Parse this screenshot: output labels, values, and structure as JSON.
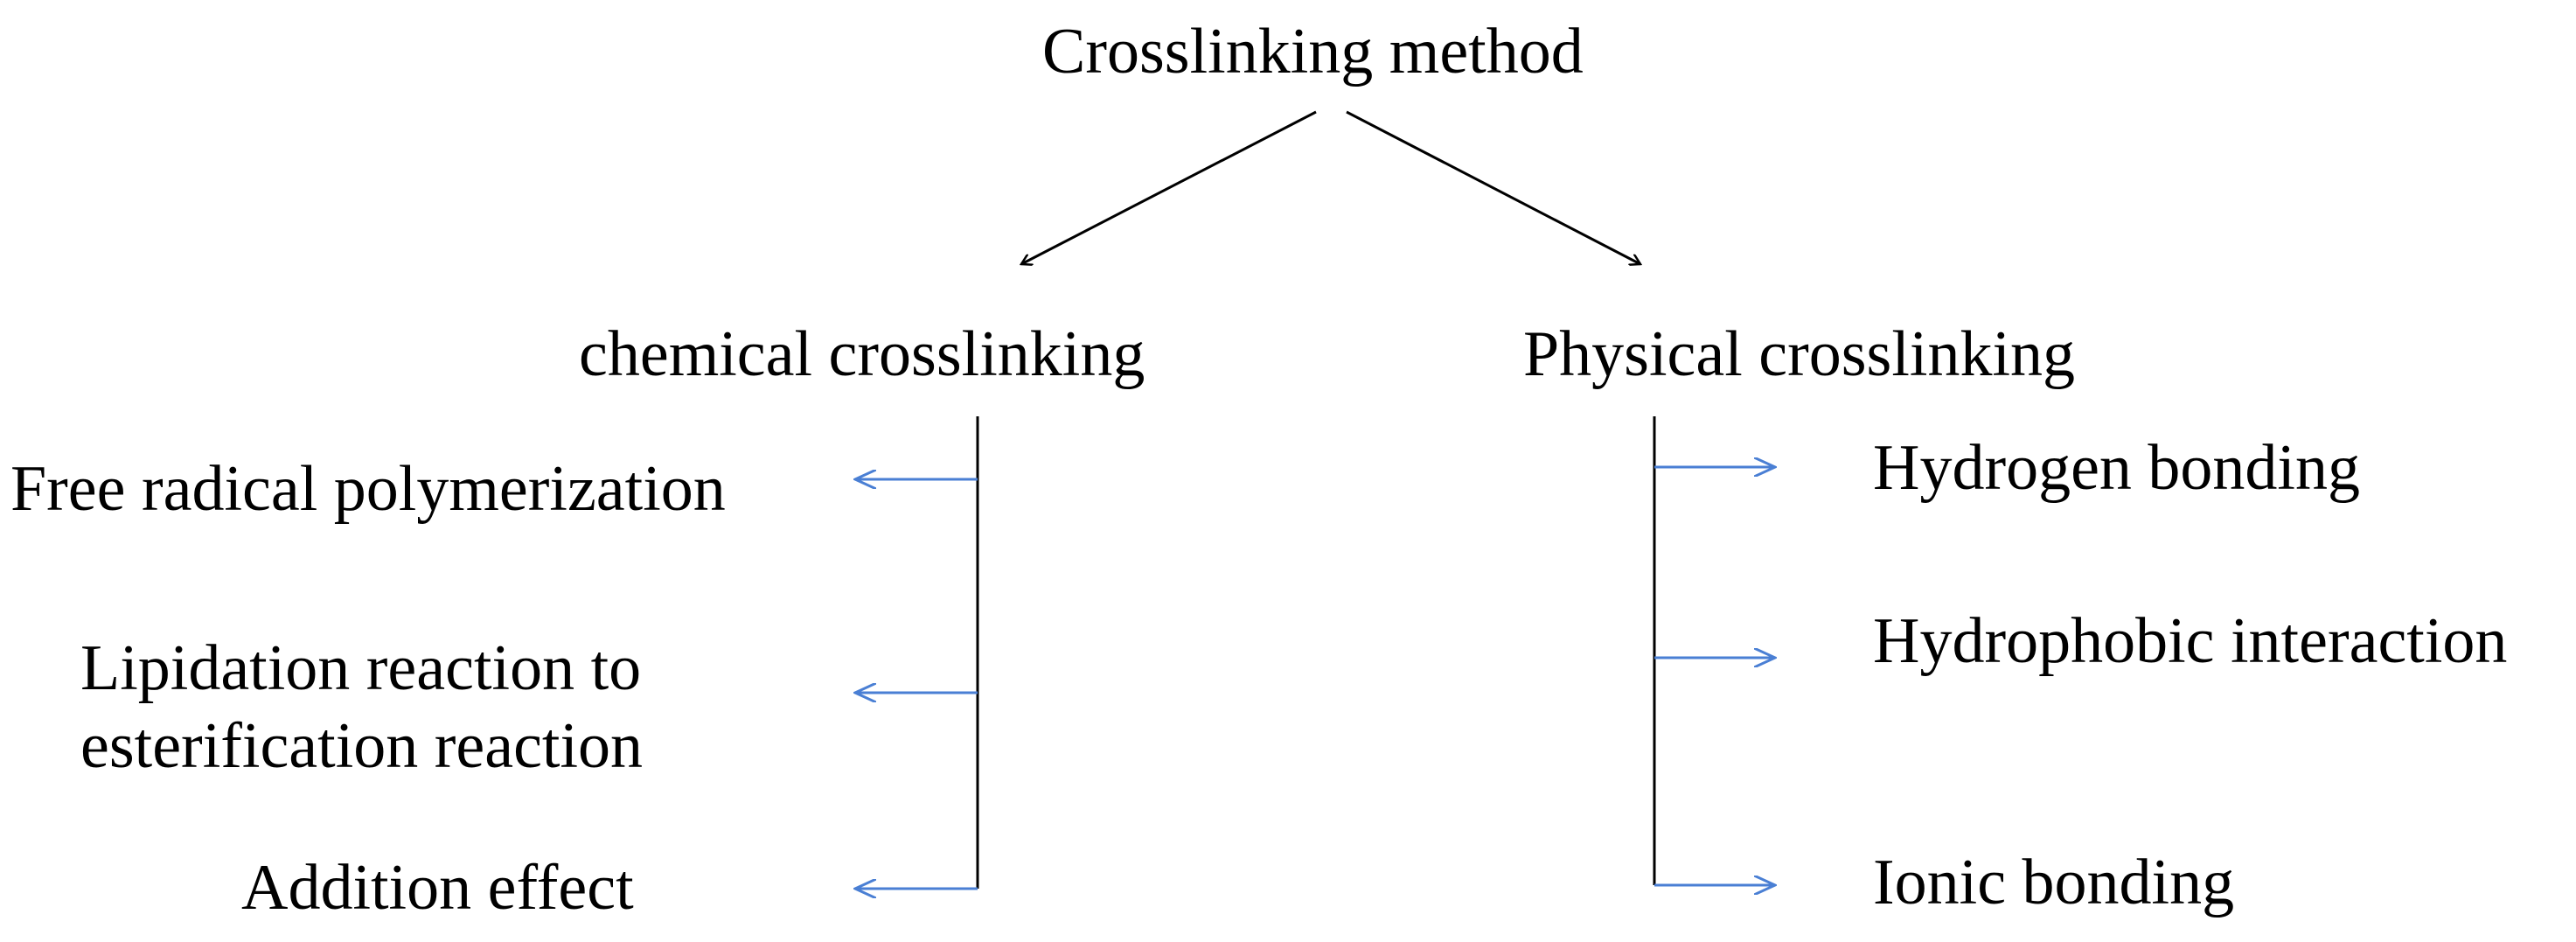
{
  "colors": {
    "text": "#000000",
    "line": "#000000",
    "arrow_blue": "#4a7fd4",
    "background": "#ffffff"
  },
  "root": {
    "label": "Crosslinking method"
  },
  "branches": {
    "chemical": {
      "label": "chemical crosslinking",
      "items": [
        {
          "lines": [
            "Free radical polymerization"
          ]
        },
        {
          "lines": [
            "Lipidation reaction to",
            "esterification reaction"
          ]
        },
        {
          "lines": [
            "Addition effect"
          ]
        }
      ]
    },
    "physical": {
      "label": "Physical crosslinking",
      "items": [
        {
          "lines": [
            "Hydrogen bonding"
          ]
        },
        {
          "lines": [
            "Hydrophobic interaction"
          ]
        },
        {
          "lines": [
            "Ionic bonding"
          ]
        }
      ]
    }
  }
}
